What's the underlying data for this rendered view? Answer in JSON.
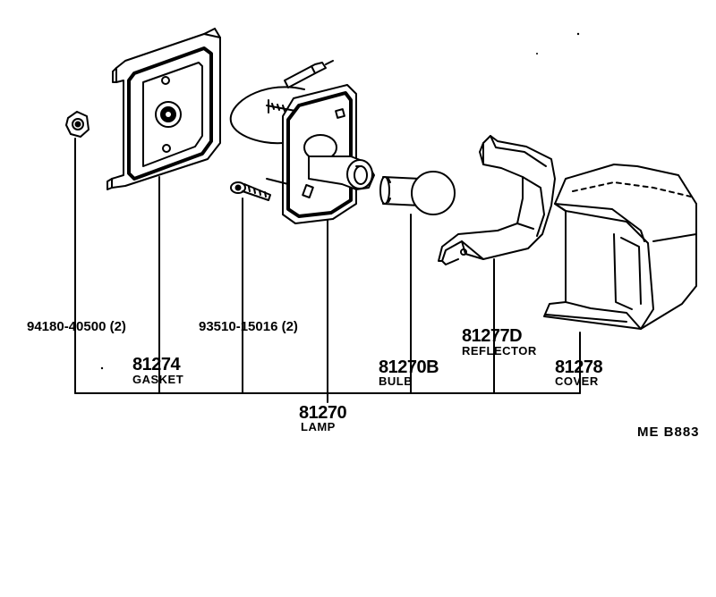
{
  "diagram": {
    "code": "ME  B883",
    "parts": {
      "nut": {
        "number": "94180-40500 (2)"
      },
      "gasket": {
        "number": "81274",
        "name": "GASKET"
      },
      "screw": {
        "number": "93510-15016 (2)"
      },
      "bulb": {
        "number": "81270B",
        "name": "BULB"
      },
      "reflector": {
        "number": "81277D",
        "name": "REFLECTOR"
      },
      "cover": {
        "number": "81278",
        "name": "COVER"
      },
      "lamp": {
        "number": "81270",
        "name": "LAMP"
      }
    }
  }
}
